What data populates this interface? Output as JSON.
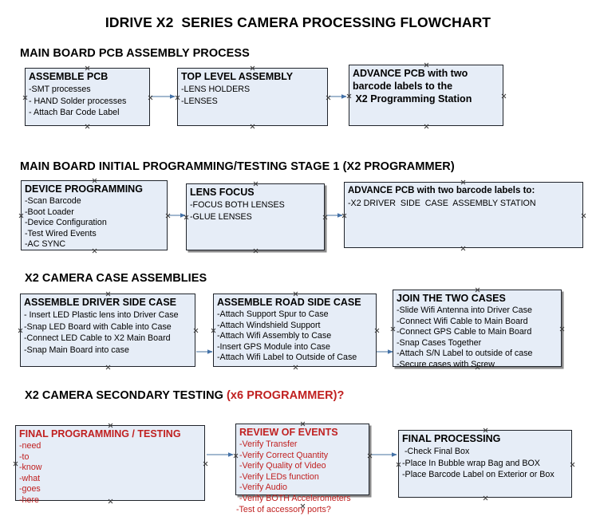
{
  "title": "IDRIVE X2  SERIES CAMERA PROCESSING FLOWCHART",
  "colors": {
    "box_fill": "#e6edf7",
    "box_border": "#20242b",
    "accent_red": "#C02020",
    "connector_line": "#95aec8",
    "connector_head": "#4472a8",
    "shadow": "#8a8a8a",
    "background": "#ffffff"
  },
  "sections": [
    {
      "heading": "MAIN BOARD PCB ASSEMBLY PROCESS",
      "heading_accent": "",
      "boxes": [
        {
          "title": "ASSEMBLE PCB",
          "lines": [
            "-SMT processes",
            "- HAND Solder processes",
            "- Attach Bar Code Label"
          ]
        },
        {
          "title": "TOP LEVEL ASSEMBLY",
          "lines": [
            "-LENS HOLDERS",
            "-LENSES"
          ]
        },
        {
          "title": "ADVANCE PCB with two",
          "lines": [
            "barcode labels to the",
            " X2 Programming Station"
          ]
        }
      ]
    },
    {
      "heading": "MAIN BOARD INITIAL PROGRAMMING/TESTING STAGE 1 (X2 PROGRAMMER)",
      "heading_accent": "",
      "boxes": [
        {
          "title": "DEVICE PROGRAMMING",
          "lines": [
            "-Scan Barcode",
            "-Boot Loader",
            "-Device Configuration",
            "-Test Wired Events",
            "-AC SYNC"
          ]
        },
        {
          "title": "LENS FOCUS",
          "lines": [
            "-FOCUS BOTH LENSES",
            "-GLUE LENSES"
          ]
        },
        {
          "title": "ADVANCE PCB with two barcode labels to:",
          "lines": [
            "-X2 DRIVER  SIDE  CASE  ASSEMBLY STATION"
          ]
        }
      ]
    },
    {
      "heading": "X2 CAMERA CASE ASSEMBLIES",
      "heading_accent": "",
      "boxes": [
        {
          "title": "ASSEMBLE DRIVER SIDE CASE",
          "lines": [
            "- Insert LED Plastic lens into Driver Case",
            "-Snap LED Board with Cable into Case",
            "-Connect LED Cable to X2 Main Board",
            "-Snap Main Board into case"
          ]
        },
        {
          "title": "ASSEMBLE ROAD SIDE CASE",
          "lines": [
            "-Attach Support Spur to Case",
            "-Attach Windshield Support",
            "-Attach Wifi Assembly to Case",
            "-Insert GPS Module into Case",
            "-Attach Wifi Label to Outside of Case"
          ]
        },
        {
          "title": "JOIN THE TWO CASES",
          "lines": [
            "-Slide Wifi Antenna into Driver Case",
            "-Connect Wifi Cable to Main Board",
            "-Connect GPS Cable to Main Board",
            "-Snap Cases Together",
            "-Attach S/N Label to outside of case",
            "-Secure cases with Screw"
          ]
        }
      ]
    },
    {
      "heading": "X2 CAMERA SECONDARY TESTING  ",
      "heading_accent": "(x6 PROGRAMMER)?",
      "boxes": [
        {
          "title": "FINAL PROGRAMMING / TESTING",
          "lines": [
            "-need",
            "-to",
            "-know",
            "-what",
            "-goes",
            "-here"
          ]
        },
        {
          "title": "REVIEW OF EVENTS",
          "lines": [
            "-Verify Transfer",
            "-Verify Correct Quantity",
            "-Verify Quality of Video",
            "-Verify LEDs function",
            "-Verify Audio",
            "-Verify BOTH Accelerometers",
            "-Test of accessory ports?"
          ]
        },
        {
          "title": "FINAL PROCESSING",
          "lines": [
            " -Check Final Box",
            "-Place In Bubble wrap Bag and BOX",
            "-Place Barcode Label on Exterior or Box"
          ]
        }
      ]
    }
  ]
}
